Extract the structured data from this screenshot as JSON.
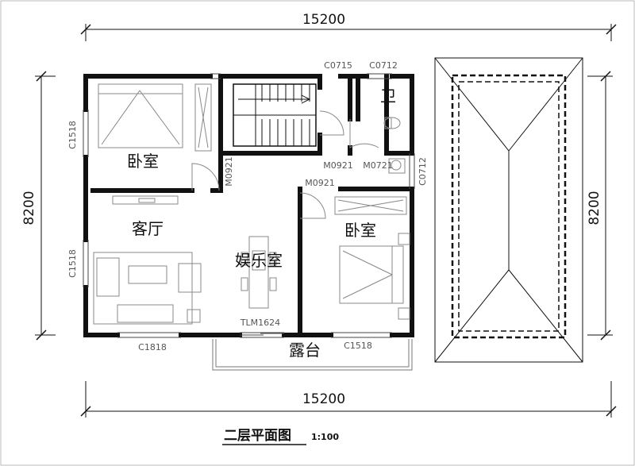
{
  "dimensions": {
    "top_width": "15200",
    "bottom_width": "15200",
    "left_height": "8200",
    "right_height": "8200"
  },
  "rooms": {
    "bedroom_1": "卧室",
    "living_room": "客厅",
    "entertainment_room": "娱乐室",
    "bedroom_2": "卧室",
    "bathroom": "卫",
    "terrace": "露台"
  },
  "codes": {
    "window_top_1": "C0715",
    "window_top_2": "C0712",
    "window_left_1": "C1518",
    "window_left_2": "C1518",
    "door_1": "M0921",
    "door_2": "M0921",
    "door_3": "M0921",
    "door_4": "M0721",
    "window_right": "C0712",
    "sliding_door": "TLM1624",
    "window_bottom_1": "C1818",
    "window_bottom_2": "C1518"
  },
  "title": {
    "text": "二层平面图",
    "scale": "1:100"
  }
}
